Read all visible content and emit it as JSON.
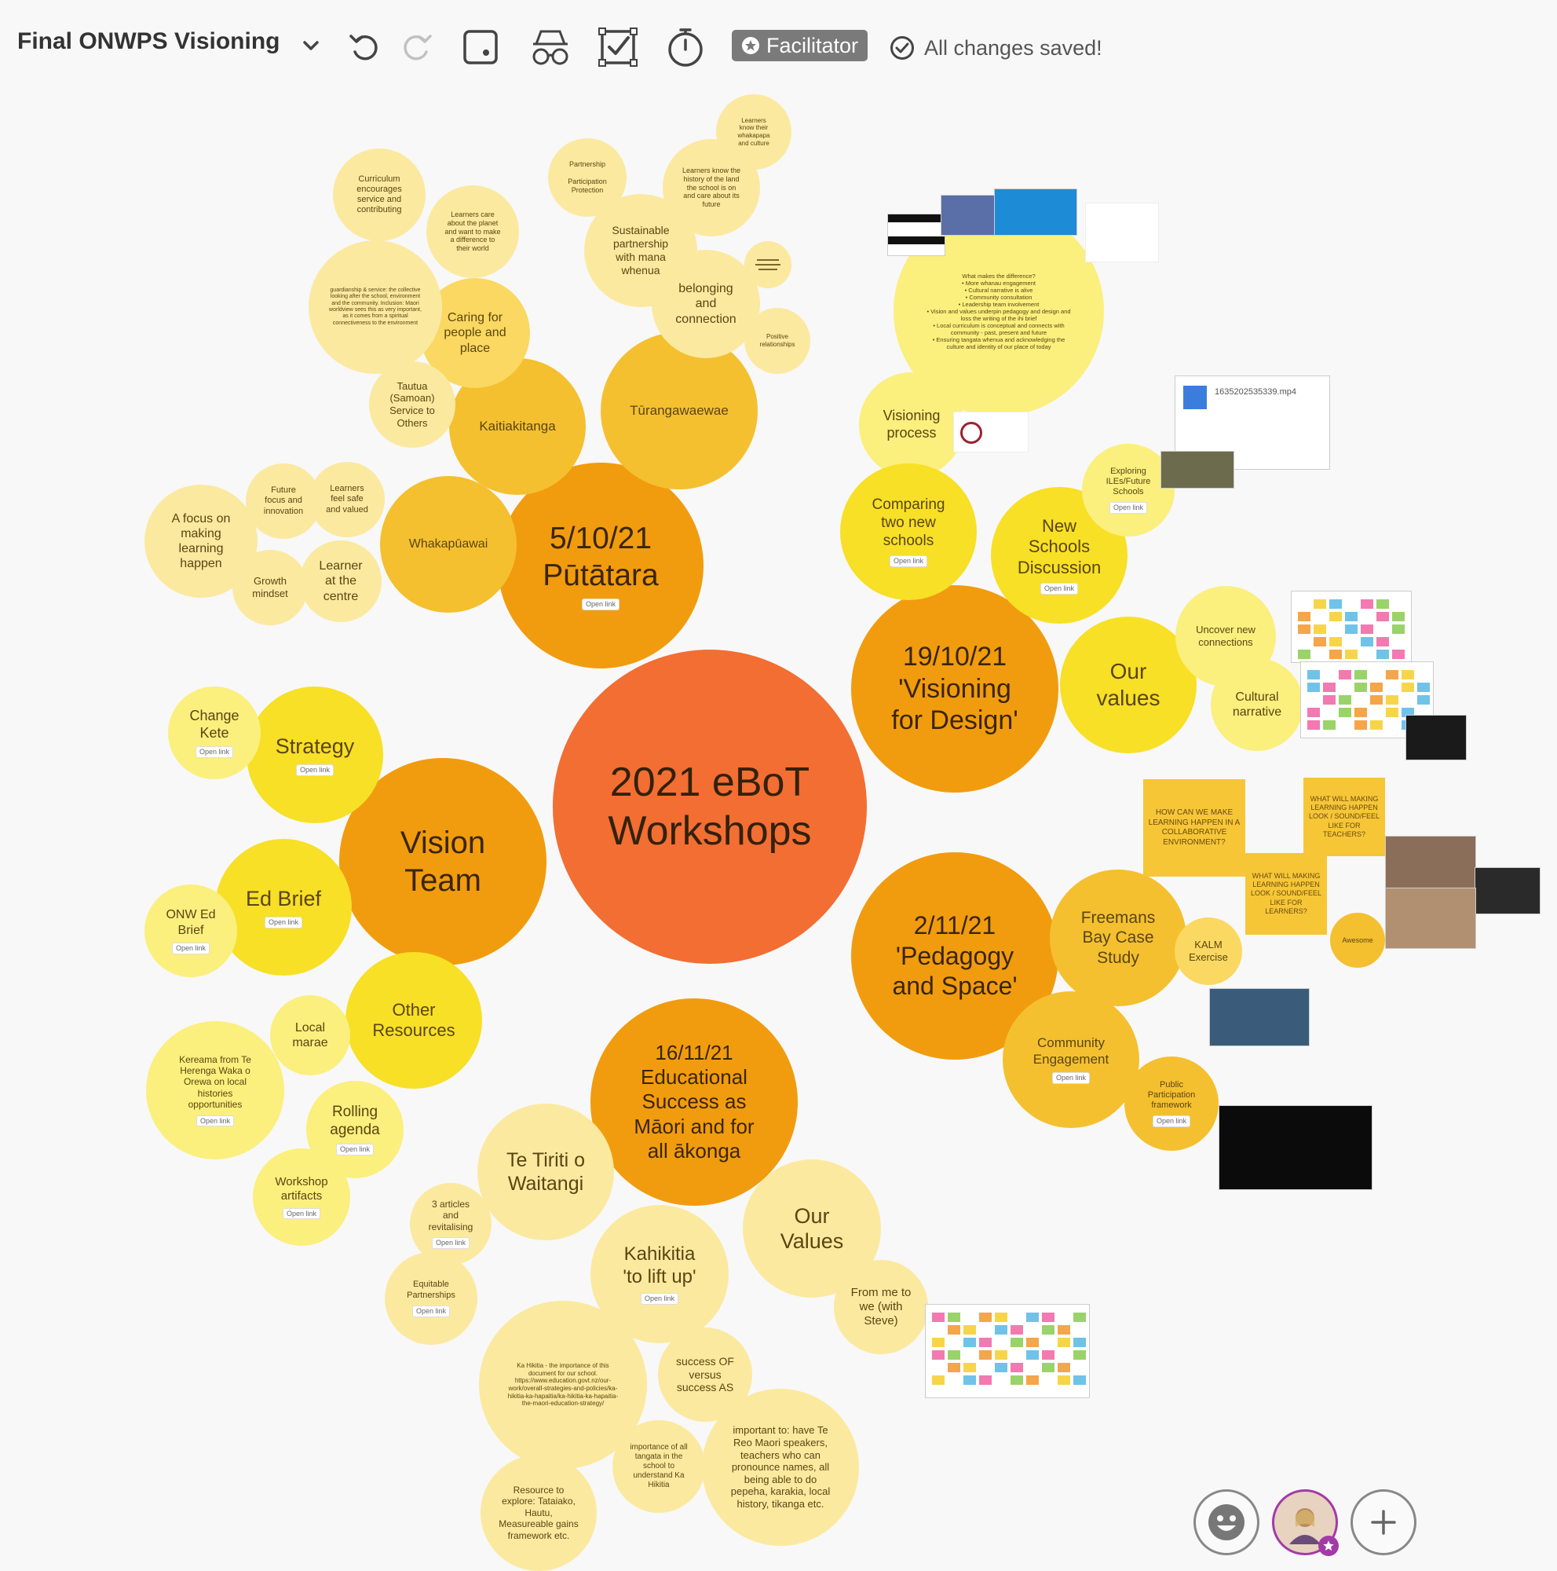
{
  "toolbar": {
    "board_title": "Final ONWPS Visioning",
    "facilitator_label": "Facilitator",
    "save_status": "All changes saved!"
  },
  "map": {
    "root": "2021  eBoT\nWorkshops",
    "link_label": "Open link",
    "hubs": {
      "putatara": "5/10/21\nPūtātara",
      "visioning": "19/10/21\n'Visioning\nfor Design'",
      "pedagogy": "2/11/21\n'Pedagogy\nand Space'",
      "educational": "16/11/21\nEducational\nSuccess as\nMāori and for\nall ākonga",
      "vision_team": "Vision\nTeam"
    },
    "putatara_branch": {
      "kaitiakitanga": "Kaitiakitanga",
      "turangawaewae": "Tūrangawaewae",
      "whakapuawai": "Whakapūawai",
      "caring": "Caring for\npeople and\nplace",
      "curriculum": "Curriculum\nencourages\nservice and\ncontributing",
      "learners_care": "Learners care\nabout the planet\nand want to make\na difference to\ntheir world",
      "guardianship": "guardianship & service: the collective looking after the school, environment and the community. Inclusion: Maori worldview sees this as very important, as it comes from a spiritual connectiveness to the environment",
      "tautua": "Tautua\n(Samoan)\nService to\nOthers",
      "sustainable": "Sustainable\npartnership\nwith mana\nwhenua",
      "partnership": "Partnership\n\nParticipation\nProtection",
      "learners_know": "Learners know the\nhistory of the land\nthe school is on\nand care about its\nfuture",
      "whakapapa": "Learners\nknow their\nwhakapapa\nand culture",
      "belonging": "belonging\nand\nconnection",
      "positive": "Positive\nrelationships",
      "focus": "A focus on\nmaking\nlearning\nhappen",
      "future": "Future\nfocus and\ninnovation",
      "learners_safe": "Learners\nfeel safe\nand valued",
      "growth": "Growth\nmindset",
      "learner_centre": "Learner\nat the\ncentre"
    },
    "visioning_branch": {
      "difference_notes": "What makes the difference?\n• More whanau engagement\n• Cultural narrative is alive\n• Community consultation\n• Leadership team involvement\n• Vision and values underpin pedagogy and design and loss the writing of the ihi brief\n• Local curriculum is conceptual and connects with community - past, present and future\n• Ensuring tangata whenua and acknowledging the culture and identity of our place of today",
      "visioning_process": "Visioning\nprocess",
      "comparing": "Comparing\ntwo new\nschools",
      "new_schools": "New\nSchools\nDiscussion",
      "exploring": "Exploring\nILEs/Future\nSchools",
      "our_values": "Our\nvalues",
      "uncover": "Uncover new\nconnections",
      "cultural": "Cultural\nnarrative",
      "video_file": "1635202535339.mp4"
    },
    "pedagogy_branch": {
      "freemans": "Freemans\nBay Case\nStudy",
      "kalm": "KALM\nExercise",
      "community": "Community\nEngagement",
      "public": "Public\nParticipation\nframework",
      "aerial": "Awesome",
      "q1": "HOW CAN WE MAKE LEARNING HAPPEN IN A COLLABORATIVE ENVIRONMENT?",
      "q2": "WHAT WILL MAKING LEARNING HAPPEN LOOK / SOUND/FEEL LIKE FOR TEACHERS?",
      "q3": "WHAT WILL MAKING LEARNING HAPPEN LOOK / SOUND/FEEL LIKE FOR LEARNERS?"
    },
    "vision_team_branch": {
      "strategy": "Strategy",
      "change_kete": "Change\nKete",
      "ed_brief": "Ed Brief",
      "onw_ed_brief": "ONW Ed\nBrief",
      "other_resources": "Other\nResources",
      "local_marae": "Local\nmarae",
      "kereama": "Kereama from Te\nHerenga Waka o\nOrewa on local\nhistories\nopportunities",
      "rolling": "Rolling\nagenda",
      "workshop": "Workshop\nartifacts"
    },
    "educational_branch": {
      "te_tiriti": "Te Tiriti o\nWaitangi",
      "three_articles": "3 articles\nand\nrevitalising",
      "equitable": "Equitable\nPartnerships",
      "kahikitia": "Kahikitia\n'to lift up'",
      "our_values": "Our\nValues",
      "from_me": "From me to\nwe (with\nSteve)",
      "ka_hikitia_desc": "Ka Hikitia - the importance of this document for our school. https://www.education.govt.nz/our-work/overall-strategies-and-policies/ka-hikitia-ka-hapaitia/ka-hikitia-ka-hapaitia-the-maori-education-strategy/",
      "success": "success OF\nversus\nsuccess AS",
      "importance": "importance of all\ntangata in the\nschool to\nunderstand Ka\nHikitia",
      "important": "important to: have Te\nReo Maori speakers,\nteachers who can\npronounce names, all\nbeing able to do\npepeha, karakia, local\nhistory, tikanga etc.",
      "resource": "Resource to\nexplore: Tataiako,\nHautu,\nMeasureable gains\nframework etc."
    }
  }
}
